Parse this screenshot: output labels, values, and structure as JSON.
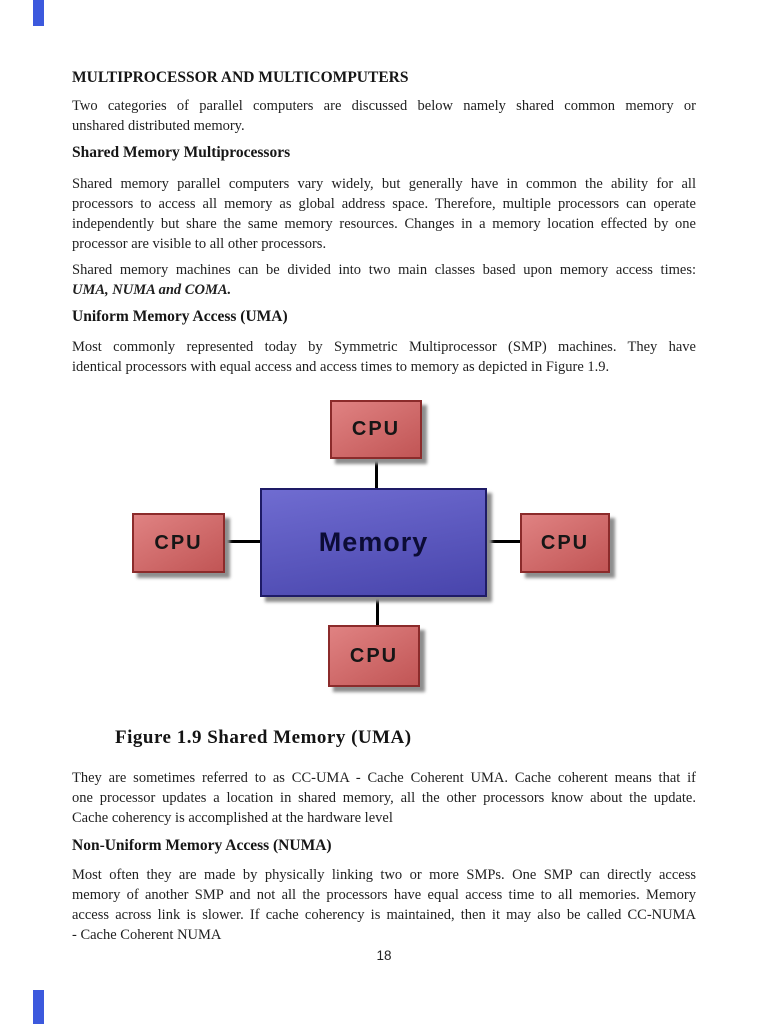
{
  "page": {
    "number": "18",
    "background": "#ffffff",
    "edge_accent_color": "#3c59dd"
  },
  "document": {
    "title": "MULTIPROCESSOR AND MULTICOMPUTERS",
    "headings": {
      "shared_memory": "Shared Memory Multiprocessors",
      "uma": "Uniform Memory Access (UMA)",
      "numa": "Non-Uniform Memory Access (NUMA)"
    },
    "p1": [
      {
        "t": "Two categories of parallel computers are discussed below namely shared common memory or",
        "j": true
      },
      {
        "t": "unshared distributed memory.",
        "j": false
      }
    ],
    "p2": [
      {
        "t": "Shared memory parallel computers vary widely, but generally have in common the ability for all",
        "j": true
      },
      {
        "t": "processors to access all memory as global address space. Therefore, multiple processors can operate",
        "j": true
      },
      {
        "t": "independently but share the same memory resources.  Changes in a memory location effected by one",
        "j": true
      },
      {
        "t": "processor are visible to all other processors.",
        "j": false
      }
    ],
    "p3": [
      {
        "t": "Shared memory machines can be divided into two main classes based upon memory access times:",
        "j": true
      },
      {
        "t": "UMA, NUMA and COMA.",
        "j": false,
        "em": true
      }
    ],
    "p4": [
      {
        "t": "Most commonly represented today by Symmetric Multiprocessor (SMP) machines. They have",
        "j": true
      },
      {
        "t": "identical processors with equal access and access times to memory as depicted in Figure 1.9.",
        "j": false
      }
    ],
    "p5": [
      {
        "t": "They are sometimes referred to as CC-UMA - Cache Coherent UMA. Cache coherent means that if",
        "j": true
      },
      {
        "t": "one processor updates a location in shared memory, all the other processors know about the update.",
        "j": true
      },
      {
        "t": "Cache coherency is accomplished at the hardware level",
        "j": false
      }
    ],
    "p6": [
      {
        "t": "Most often they are made by physically linking two or more SMPs. One SMP can directly access",
        "j": true
      },
      {
        "t": "memory of another SMP and not all the processors have equal access time to all memories. Memory",
        "j": true
      },
      {
        "t": "access across link is slower. If cache coherency is maintained, then it may also be called CC-NUMA",
        "j": true
      },
      {
        "t": "- Cache Coherent NUMA",
        "j": false
      }
    ]
  },
  "figure": {
    "caption": "Figure 1.9 Shared Memory (UMA)",
    "nodes": {
      "cpu_top": "CPU",
      "cpu_left": "CPU",
      "cpu_right": "CPU",
      "cpu_bottom": "CPU",
      "memory": "Memory"
    },
    "colors": {
      "cpu_fill": "#d75f5f",
      "cpu_border": "#8b2b2b",
      "memory_fill": "#5450c8",
      "memory_border": "#1e1b66",
      "shadow": "#8e8e8e",
      "connector": "#000000"
    }
  }
}
